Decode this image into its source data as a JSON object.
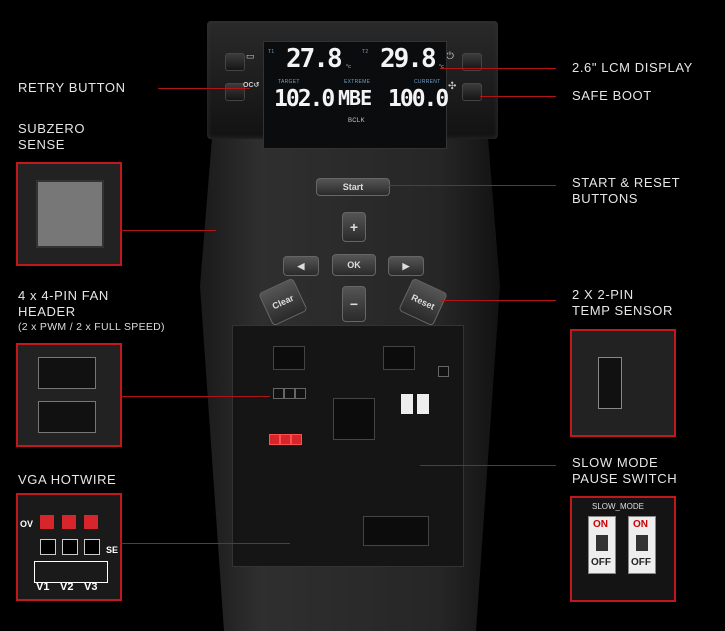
{
  "labels": {
    "retry": "RETRY BUTTON",
    "lcm": "2.6\" LCM DISPLAY",
    "safe_boot": "SAFE BOOT",
    "subzero": "SUBZERO\nSENSE",
    "start_reset": "START & RESET\nBUTTONS",
    "fan_header": "4 x 4-PIN FAN\nHEADER",
    "fan_header_sub": "(2 x PWM / 2 x FULL SPEED)",
    "temp_sensor": "2 X 2-PIN\nTEMP SENSOR",
    "vga_hotwire": "VGA HOTWIRE",
    "slow_mode": "SLOW MODE\nPAUSE SWITCH"
  },
  "lcd": {
    "t1_label": "T1",
    "t1_value": "27.8",
    "t1_unit": "°c",
    "t2_label": "T2",
    "t2_value": "29.8",
    "t2_unit": "°c",
    "target_label": "TARGET",
    "extreme_label": "EXTREME",
    "current_label": "CURRENT",
    "target_value": "102.0",
    "mode_value": "MBE",
    "current_value": "100.0",
    "bclk_label": "BCLK"
  },
  "buttons": {
    "start": "Start",
    "ok": "OK",
    "plus": "+",
    "minus": "−",
    "left": "◀",
    "right": "▶",
    "clear": "Clear",
    "reset": "Reset"
  },
  "hotwire": {
    "ov": "OV",
    "se": "SE",
    "v1": "V1",
    "v2": "V2",
    "v3": "V3"
  },
  "slow_switch": {
    "title": "SLOW_MODE",
    "on1": "ON",
    "on2": "ON",
    "off1": "OFF",
    "off2": "OFF"
  },
  "colors": {
    "accent_line": "#b01414",
    "inset_border": "#c0181c",
    "lcd_blue": "#6fa1c8"
  }
}
